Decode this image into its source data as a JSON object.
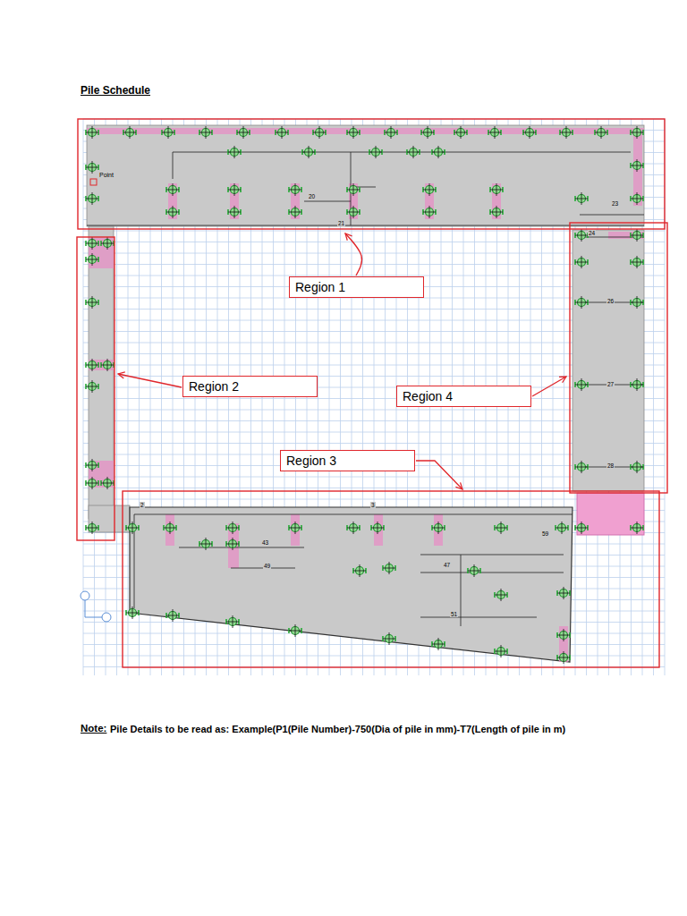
{
  "diagram": {
    "title": "Pile Schedule",
    "nodes": [
      {
        "text": [
          "Region 1"
        ]
      },
      {
        "text": [
          "Region 2"
        ]
      },
      {
        "text": [
          "Region 4"
        ]
      },
      {
        "text": [
          "Region 3"
        ]
      }
    ],
    "labels": [
      "Point",
      "20",
      "21",
      "23",
      "24",
      "26",
      "27",
      "28",
      "2",
      "3",
      "43",
      "49",
      "47",
      "59",
      "51",
      "Note:",
      "Pile Details to be read as: Example(P1(Pile Number)-750(Dia of pile in mm)-T7(Length of pile in m)"
    ]
  }
}
